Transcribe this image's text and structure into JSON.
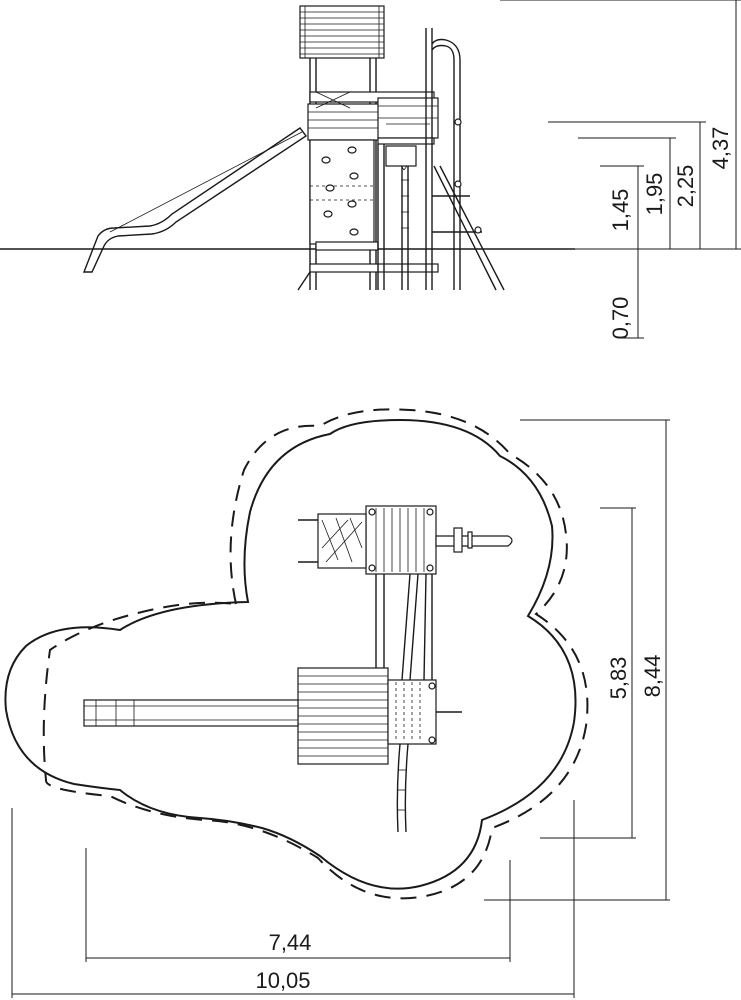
{
  "elevation": {
    "dimensions": {
      "total_height": "4,37",
      "upper_platform_height": "2,25",
      "middle_platform_height": "1,95",
      "lower_platform_height": "1,45",
      "foundation_depth": "0,70"
    }
  },
  "plan": {
    "dimensions": {
      "width_equipment": "7,44",
      "width_total": "10,05",
      "depth_equipment": "5,83",
      "depth_total": "8,44"
    }
  }
}
